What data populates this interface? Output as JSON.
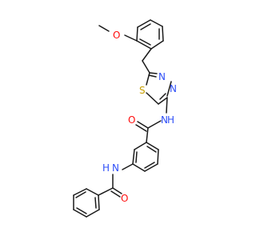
{
  "molecule": {
    "colors": {
      "bond": "#1a1a1a",
      "carbon": "#1a1a1a",
      "oxygen": "#ff0d0d",
      "nitrogen": "#3050f8",
      "sulfur": "#c8a000",
      "background": "#ffffff"
    },
    "labels": {
      "methoxy_o": "O",
      "thiadiazole_n3": "N",
      "thiadiazole_n4": "N",
      "thiadiazole_s": "S",
      "amide1_o": "O",
      "amide1_nh": "N",
      "amide1_h": "H",
      "amide2_nh": "N",
      "amide2_h": "H",
      "amide2_o": "O"
    }
  }
}
